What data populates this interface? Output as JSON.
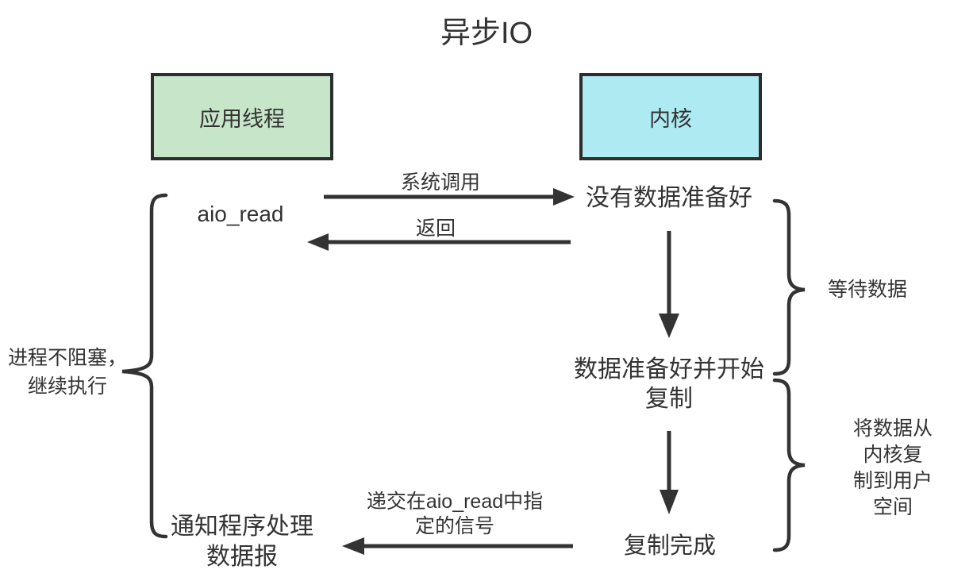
{
  "title": "异步IO",
  "colors": {
    "app_box_fill": "#c6e5c9",
    "kernel_box_fill": "#aeeaf2",
    "ink": "#333333"
  },
  "boxes": {
    "app_label": "应用线程",
    "kernel_label": "内核"
  },
  "nodes": {
    "aio_read": "aio_read",
    "no_data_ready": "没有数据准备好",
    "data_ready": "数据准备好并开始\n复制",
    "copy_done": "复制完成",
    "notify": "通知程序处理\n数据报"
  },
  "arrow_labels": {
    "syscall": "系统调用",
    "return": "返回",
    "signal": "递交在aio_read中指\n定的信号"
  },
  "brace_labels": {
    "no_block": "进程不阻塞，\n继续执行",
    "wait_data": "等待数据",
    "copy_kernel": "将数据从内核复\n制到用户空间"
  }
}
